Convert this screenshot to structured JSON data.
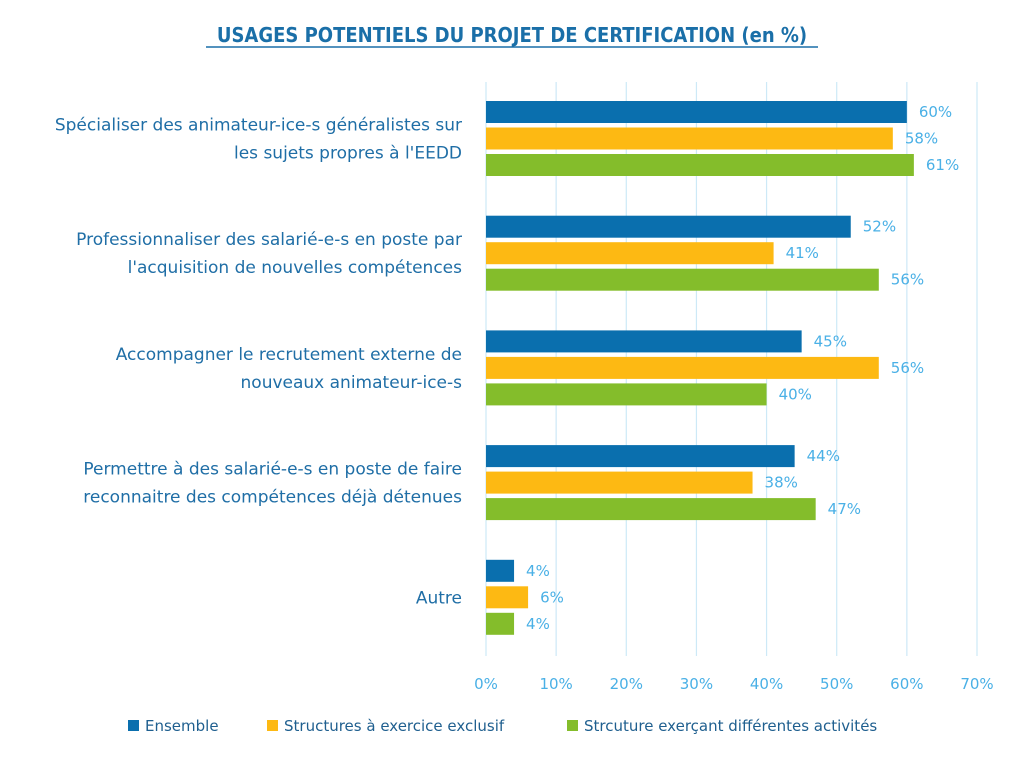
{
  "chart_data": {
    "type": "bar",
    "orientation": "horizontal",
    "title": "USAGES POTENTIELS DU PROJET DE CERTIFICATION (en %)",
    "categories": [
      [
        "Spécialiser des animateur-ice-s généralistes sur",
        "les sujets propres à l'EEDD"
      ],
      [
        "Professionnaliser des salarié-e-s en poste par",
        "l'acquisition de nouvelles compétences"
      ],
      [
        "Accompagner le recrutement externe de",
        "nouveaux animateur-ice-s"
      ],
      [
        "Permettre à des salarié-e-s en poste de faire",
        "reconnaitre des compétences déjà détenues"
      ],
      [
        "Autre"
      ]
    ],
    "series": [
      {
        "name": "Ensemble",
        "color": "#0a6fae",
        "values": [
          60,
          52,
          45,
          44,
          4
        ]
      },
      {
        "name": "Structures à exercice exclusif",
        "color": "#fdb913",
        "values": [
          58,
          41,
          56,
          38,
          6
        ]
      },
      {
        "name": "Strcuture exerçant différentes activités",
        "color": "#84bd2b",
        "values": [
          61,
          56,
          40,
          47,
          4
        ]
      }
    ],
    "xlim": [
      0,
      70
    ],
    "xticks": [
      0,
      10,
      20,
      30,
      40,
      50,
      60,
      70
    ],
    "tick_suffix": "%",
    "value_suffix": "%",
    "grid": true,
    "legend_position": "bottom"
  }
}
